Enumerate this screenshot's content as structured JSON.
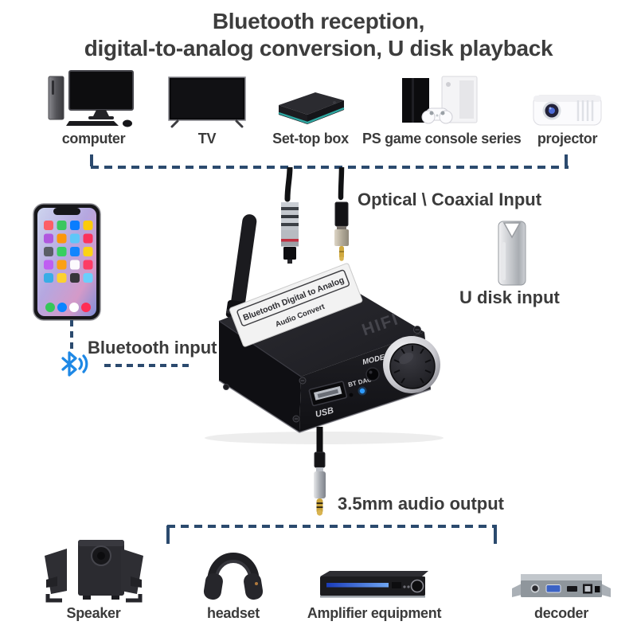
{
  "title": {
    "line1": "Bluetooth reception,",
    "line2": "digital-to-analog conversion, U disk playback"
  },
  "input_devices": [
    {
      "label": "computer"
    },
    {
      "label": "TV"
    },
    {
      "label": "Set-top box"
    },
    {
      "label": "PS game console series"
    },
    {
      "label": "projector"
    }
  ],
  "callouts": {
    "optical_coaxial": "Optical \\ Coaxial Input",
    "u_disk": "U disk input",
    "bluetooth": "Bluetooth input",
    "audio_output": "3.5mm audio output"
  },
  "device": {
    "top_label_line1": "Bluetooth Digital to Analog",
    "top_label_line2": "Audio Convert",
    "brand": "HIFI",
    "mode_label": "MODE",
    "bt_dac_label": "BT DAC",
    "usb_label": "USB"
  },
  "output_devices": [
    {
      "label": "Speaker"
    },
    {
      "label": "headset"
    },
    {
      "label": "Amplifier equipment"
    },
    {
      "label": "decoder"
    }
  ],
  "colors": {
    "text": "#3b3b3b",
    "dash_line": "#2b4a6e",
    "bluetooth_blue": "#1e88e5",
    "led_blue": "#2e9bff",
    "accent_teal": "#2fa8a2"
  }
}
